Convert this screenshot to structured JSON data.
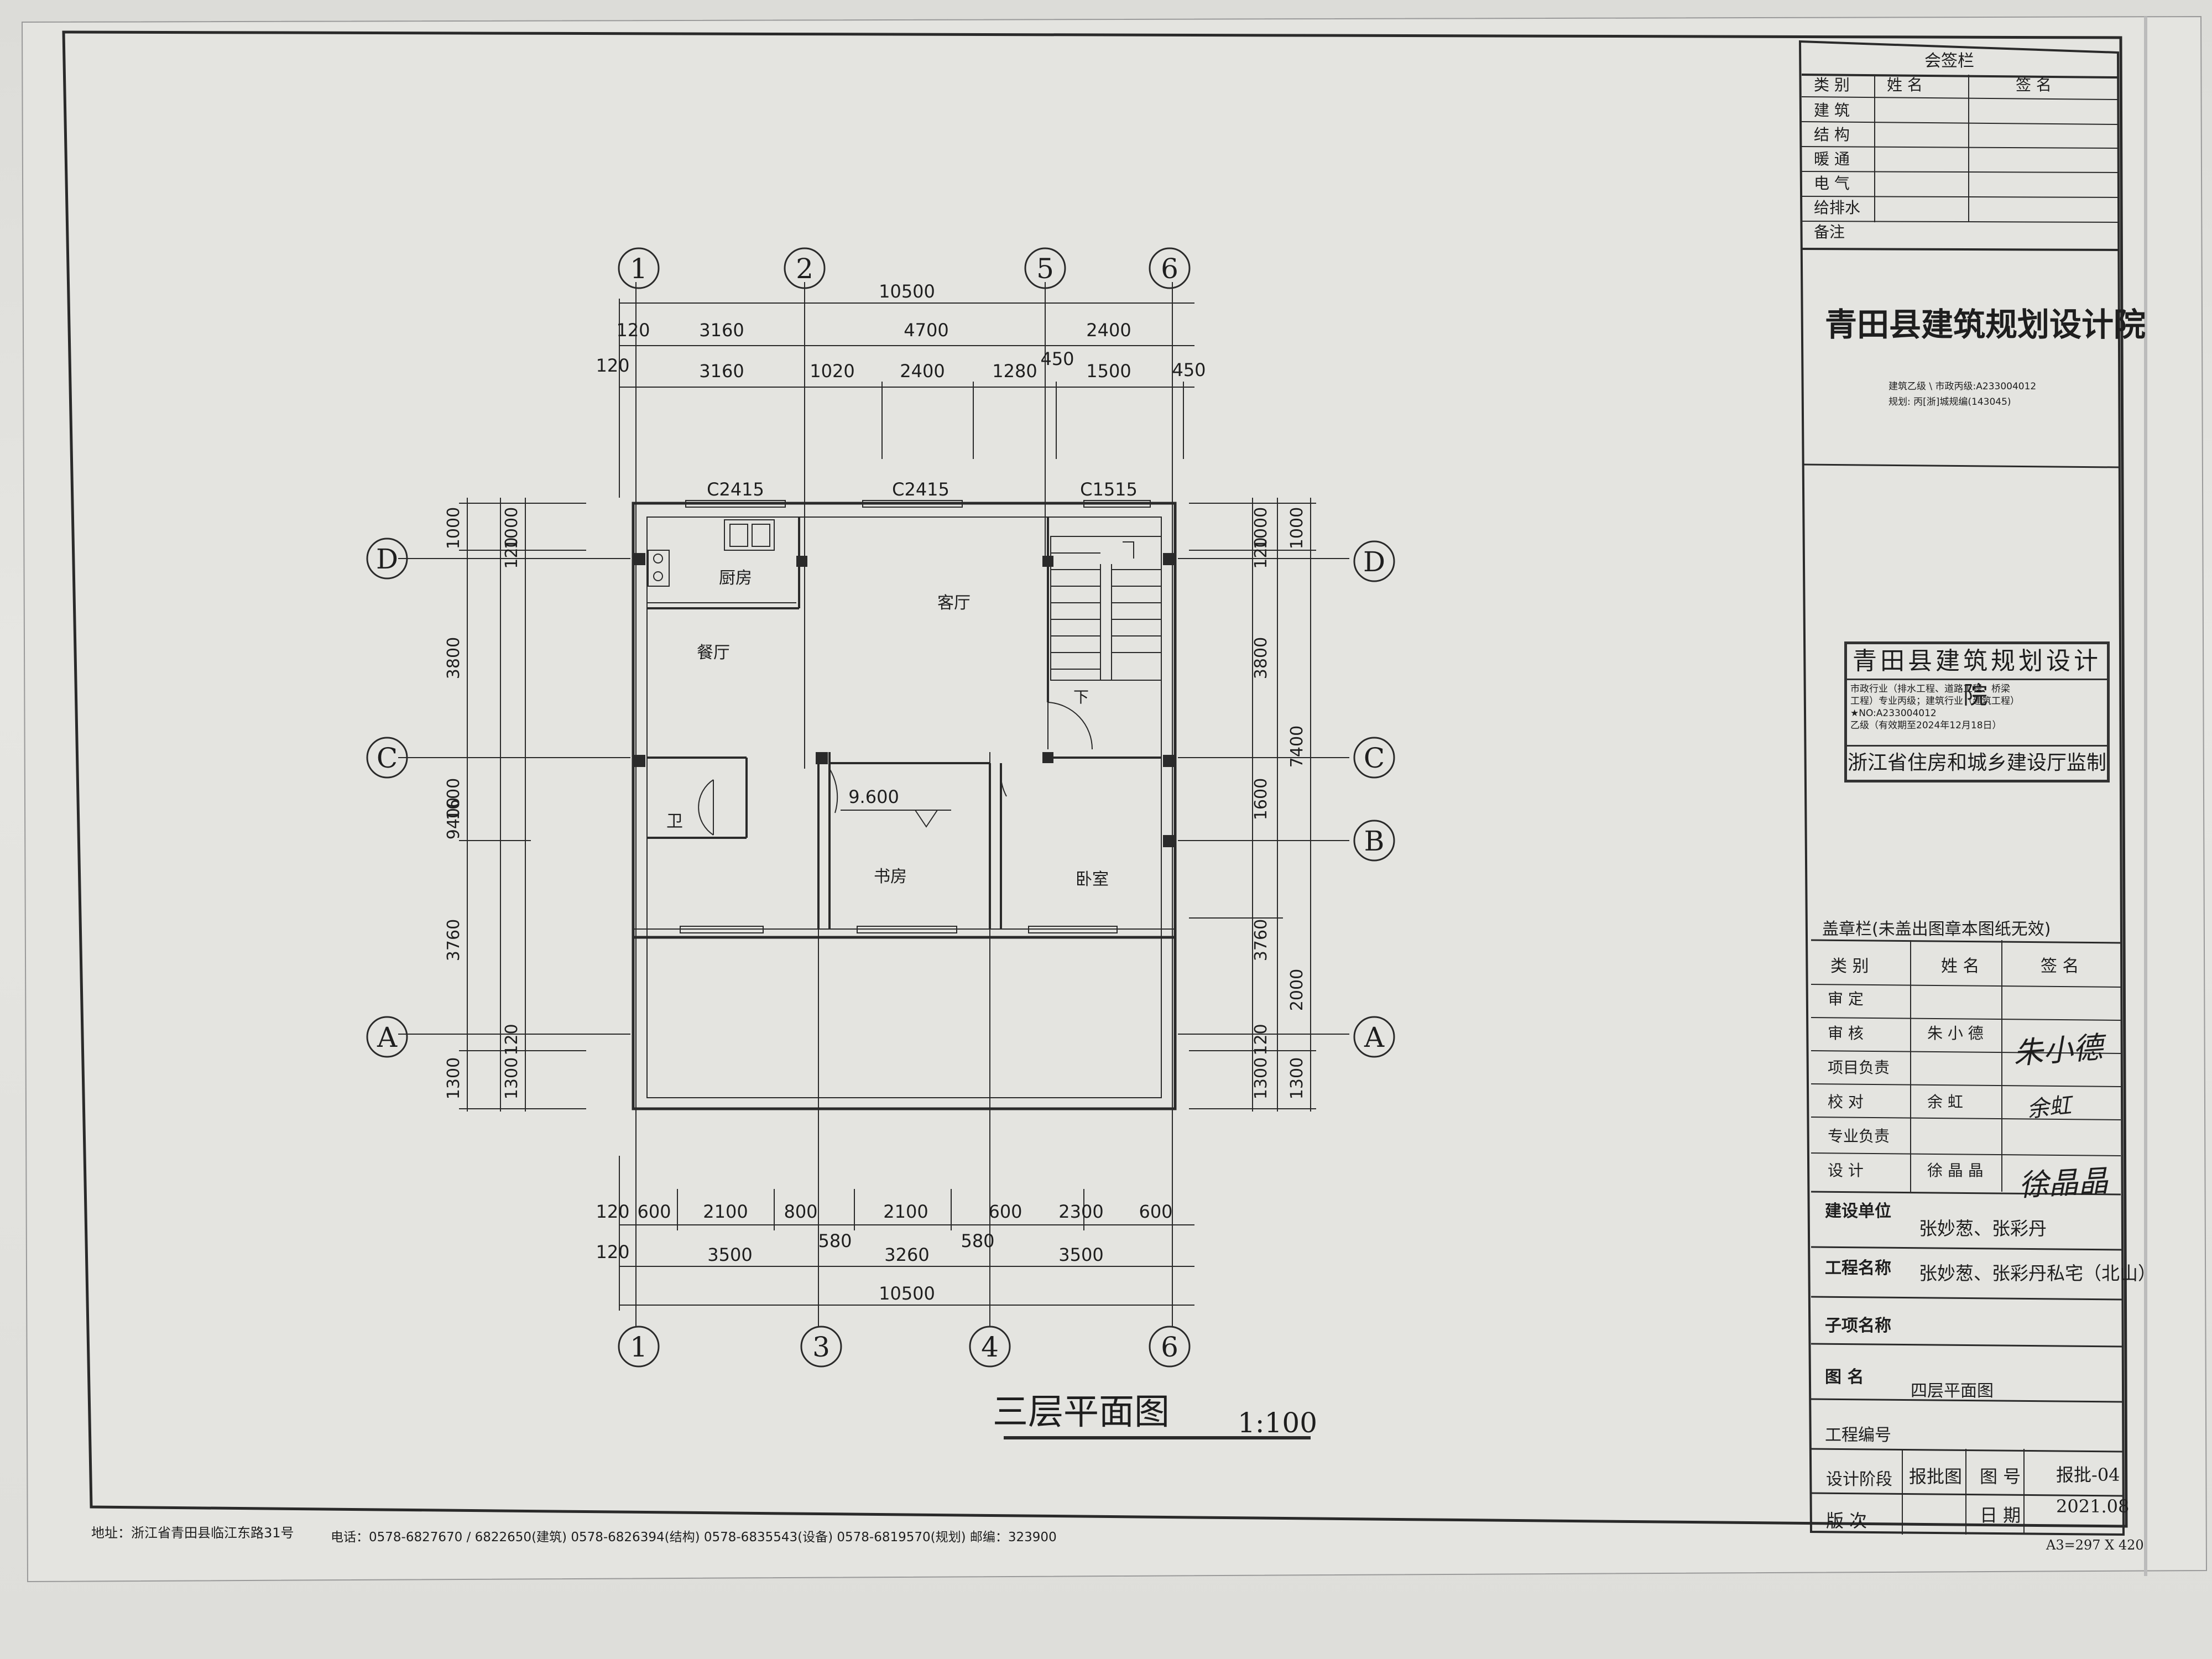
{
  "countersign": {
    "title": "会签栏",
    "headers": [
      "类 别",
      "姓 名",
      "签 名"
    ],
    "rows": [
      "建 筑",
      "结 构",
      "暖 通",
      "电 气",
      "给排水",
      "备注"
    ]
  },
  "institute": {
    "name": "青田县建筑规划设计院",
    "cert_line1": "建筑乙级 \\ 市政丙级:A233004012",
    "cert_line2": "规划:      丙[浙]城规编(143045)"
  },
  "stamp": {
    "title": "青田县建筑规划设计院",
    "line1": "市政行业（排水工程、道路工程、桥梁",
    "line2": "工程）专业丙级；建筑行业（建筑工程）★NO:A233004012",
    "line3": "乙级（有效期至2024年12月18日）",
    "footer": "浙江省住房和城乡建设厅监制"
  },
  "seal_section": {
    "title": "盖章栏(未盖出图章本图纸无效)",
    "headers": [
      "类 别",
      "姓 名",
      "签 名"
    ],
    "rows": [
      {
        "role": "审 定",
        "name": ""
      },
      {
        "role": "审 核",
        "name": "朱 小 德"
      },
      {
        "role": "项目负责",
        "name": ""
      },
      {
        "role": "校 对",
        "name": "余 虹"
      },
      {
        "role": "专业负责",
        "name": ""
      },
      {
        "role": "设 计",
        "name": "徐 晶 晶"
      }
    ],
    "signatures": [
      "朱小德",
      "余虹",
      "徐晶晶"
    ]
  },
  "project": {
    "client_label": "建设单位",
    "client": "张妙葱、张彩丹",
    "project_label": "工程名称",
    "project_name": "张妙葱、张彩丹私宅（北山）",
    "subitem_label": "子项名称",
    "subitem": "",
    "drawing_label": "图 名",
    "drawing_name": "四层平面图",
    "number_label": "工程编号",
    "number": "",
    "stage_label": "设计阶段",
    "stage": "报批图",
    "sheet_label": "图 号",
    "sheet_no": "报批-04",
    "version_label": "版 次",
    "date_label": "日 期",
    "date": "2021.08"
  },
  "footer": {
    "address": "地址：浙江省青田县临江东路31号",
    "phone": "电话：0578-6827670 / 6822650(建筑)   0578-6826394(结构)   0578-6835543(设备)   0578-6819570(规划)  邮编：323900",
    "paper": "A3=297 X 420"
  },
  "plan": {
    "title": "三层平面图",
    "scale": "1:100",
    "axes_top": [
      "1",
      "2",
      "5",
      "6"
    ],
    "axes_bottom": [
      "1",
      "3",
      "4",
      "6"
    ],
    "axes_left": [
      "D",
      "C",
      "A"
    ],
    "axes_right": [
      "D",
      "C",
      "B",
      "A"
    ],
    "dims_top_total": "10500",
    "dims_top_row1": [
      "120",
      "3160",
      "4700",
      "2400"
    ],
    "dims_top_row2": [
      "120",
      "3160",
      "1020",
      "2400",
      "1280",
      "450",
      "1500",
      "450"
    ],
    "dims_bottom_row1": [
      "120",
      "600",
      "2100",
      "800",
      "2100",
      "600",
      "2300",
      "600"
    ],
    "dims_bottom_row2": [
      "120",
      "3500",
      "580",
      "3260",
      "580",
      "3500"
    ],
    "dims_bottom_total": "10500",
    "dims_left_outer": [
      "1000",
      "3800",
      "1600",
      "3760",
      "1300"
    ],
    "dims_left_inner": [
      "120",
      "1000",
      "120",
      "1300"
    ],
    "dims_left_total": "9400",
    "dims_right_inner": [
      "120",
      "1000",
      "120",
      "1300"
    ],
    "dims_right_outer": [
      "1000",
      "3800",
      "1600",
      "3760",
      "2000",
      "1300"
    ],
    "dims_right_total": "7400",
    "windows": [
      "C2415",
      "C2415",
      "C1515"
    ],
    "rooms": [
      "厨房",
      "客厅",
      "餐厅",
      "卫",
      "书房",
      "卧室"
    ],
    "stair_label": "下",
    "level": "9.600"
  }
}
